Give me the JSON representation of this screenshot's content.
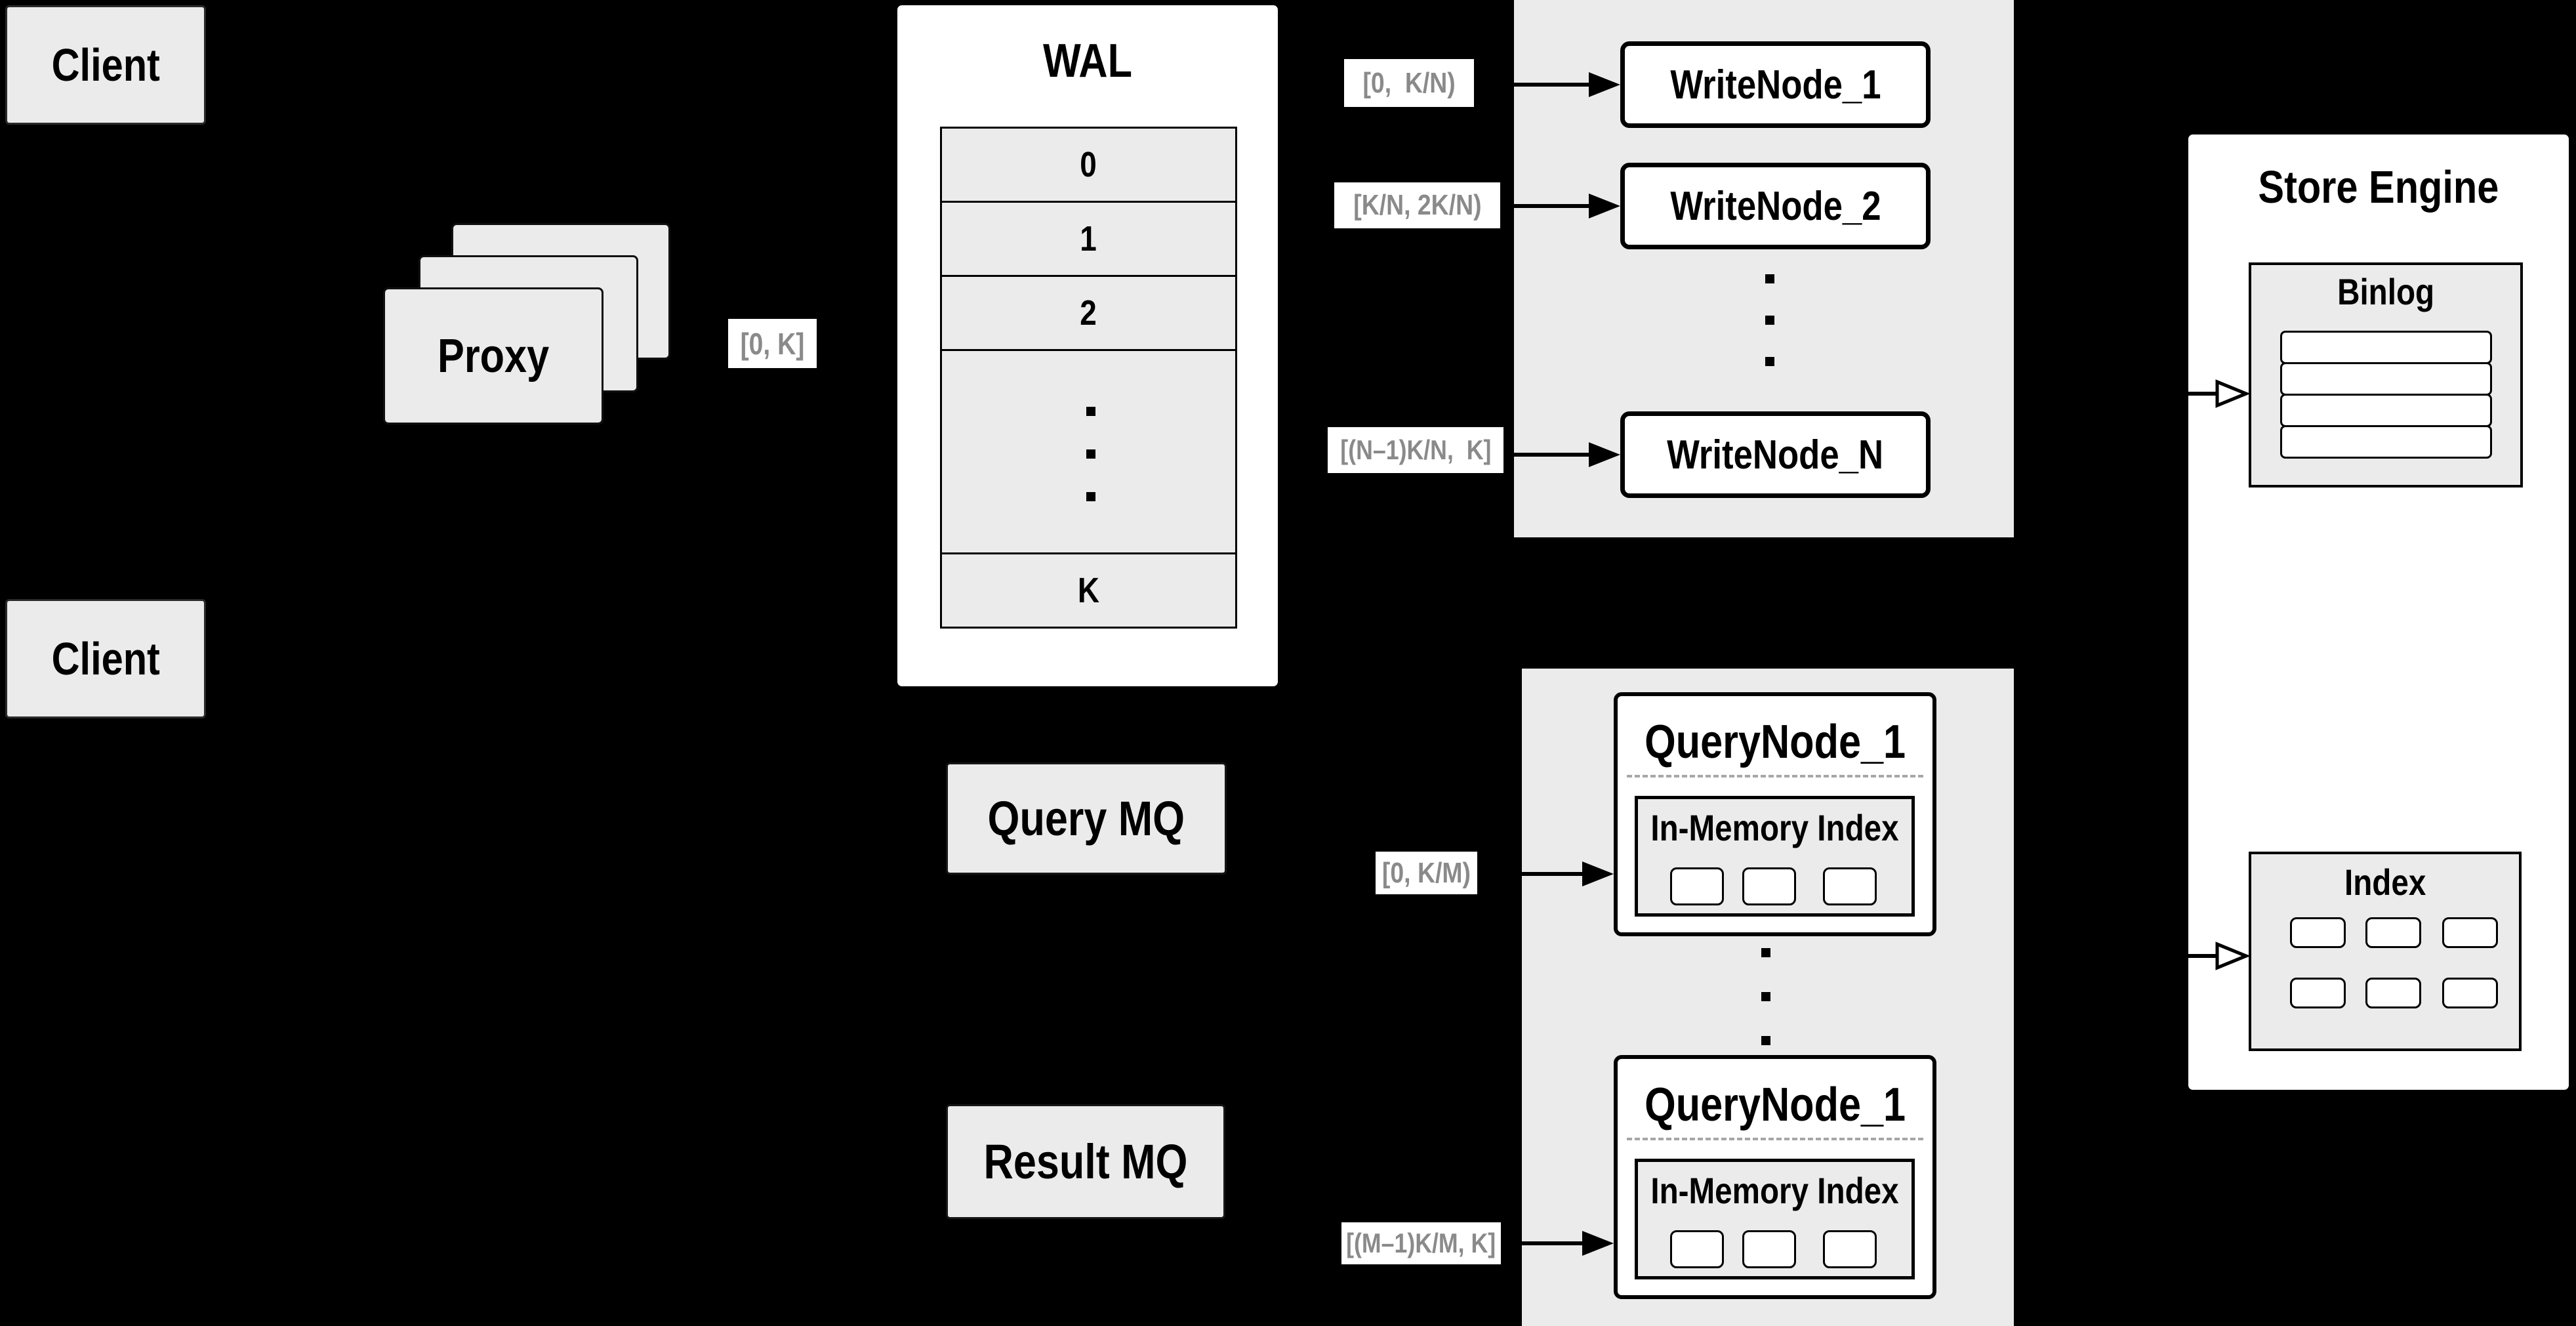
{
  "colors": {
    "background": "#000000",
    "panel_gray": "#ebebeb",
    "box_white": "#ffffff",
    "border_black": "#000000",
    "range_text_gray": "#8a8a8a"
  },
  "clients": {
    "top_label": "Client",
    "bottom_label": "Client"
  },
  "proxy": {
    "label": "Proxy",
    "range": "[0, K]"
  },
  "wal": {
    "title": "WAL",
    "segments": [
      "0",
      "1",
      "2"
    ],
    "last_segment": "K",
    "ellipsis_dots": 3
  },
  "write_cluster": {
    "ellipsis_dots": 3,
    "rows": [
      {
        "range": "[0,  K/N)",
        "node": "WriteNode_1"
      },
      {
        "range": "[K/N, 2K/N)",
        "node": "WriteNode_2"
      },
      {
        "range": "[(N–1)K/N,  K]",
        "node": "WriteNode_N"
      }
    ]
  },
  "store_engine": {
    "title": "Store Engine",
    "binlog": {
      "title": "Binlog",
      "rows": 4
    },
    "index": {
      "title": "Index",
      "chips": 6
    }
  },
  "queues": {
    "query_label": "Query MQ",
    "result_label": "Result MQ"
  },
  "query_cluster": {
    "ellipsis_dots": 3,
    "nodes": [
      {
        "range": "[0, K/M)",
        "title": "QueryNode_1",
        "index_title": "In-Memory Index",
        "chips": 3
      },
      {
        "range": "[(M–1)K/M, K]",
        "title": "QueryNode_1",
        "index_title": "In-Memory Index",
        "chips": 3
      }
    ]
  }
}
